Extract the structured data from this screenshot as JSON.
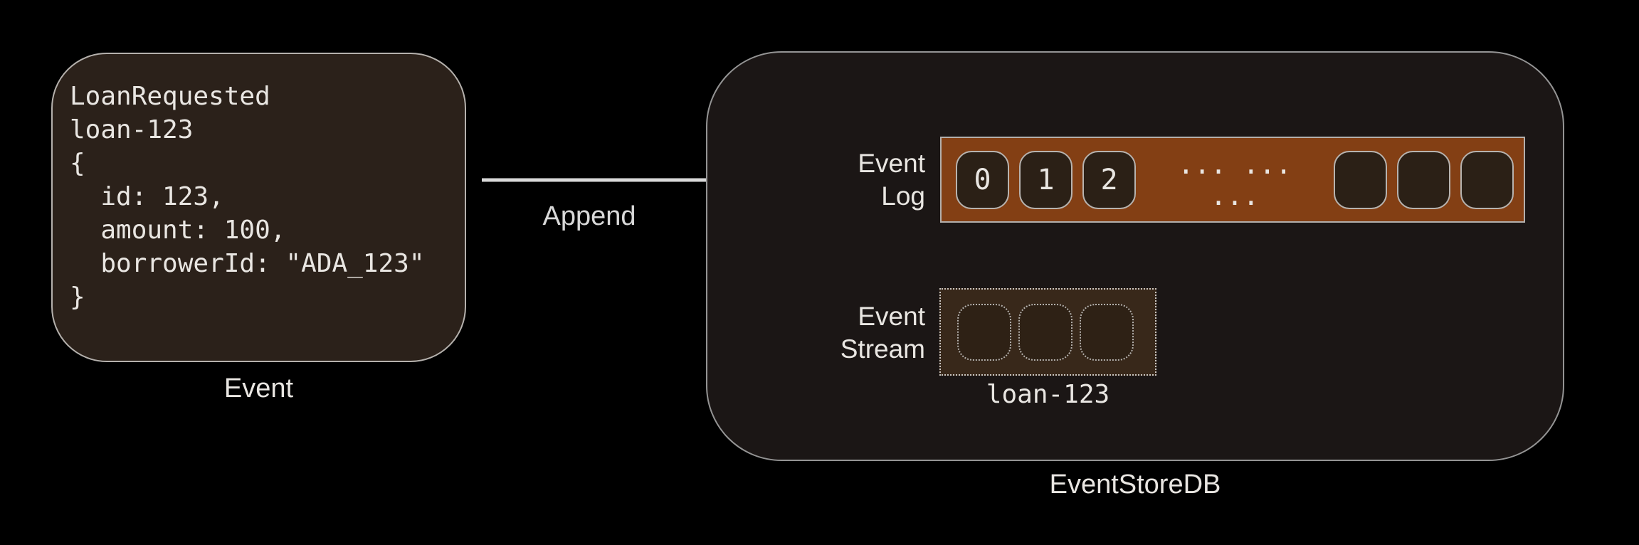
{
  "event_card": {
    "code_lines": [
      "LoanRequested",
      "loan-123",
      "{",
      "  id: 123,",
      "  amount: 100,",
      "  borrowerId: \"ADA_123\"",
      "}"
    ],
    "caption": "Event"
  },
  "append_arrow": {
    "label": "Append"
  },
  "eventstore": {
    "caption": "EventStoreDB",
    "event_log": {
      "label_line1": "Event",
      "label_line2": "Log",
      "filled_cells": [
        "0",
        "1",
        "2"
      ],
      "dots_text": "... ... ...",
      "empty_cell_count": 3
    },
    "event_stream": {
      "label_line1": "Event",
      "label_line2": "Stream",
      "cell_count": 3,
      "stream_name": "loan-123"
    }
  },
  "colors": {
    "canvas_bg": "#000000",
    "card_bg": "#2b211a",
    "card_border": "#b5b1ad",
    "container_bg": "#1b1615",
    "container_border": "#949494",
    "log_bar_bg": "#833f14",
    "log_bar_border": "#b3afac",
    "cell_bg": "#2b2016",
    "cell_border": "#b7b3af",
    "stream_bg": "#38281a",
    "stream_border": "#cbc7c3",
    "stream_cell_bg": "#2e2115",
    "stream_cell_border": "#b5b1ad",
    "text": "#e9e6e2",
    "arrow": "#d9d9d9"
  }
}
